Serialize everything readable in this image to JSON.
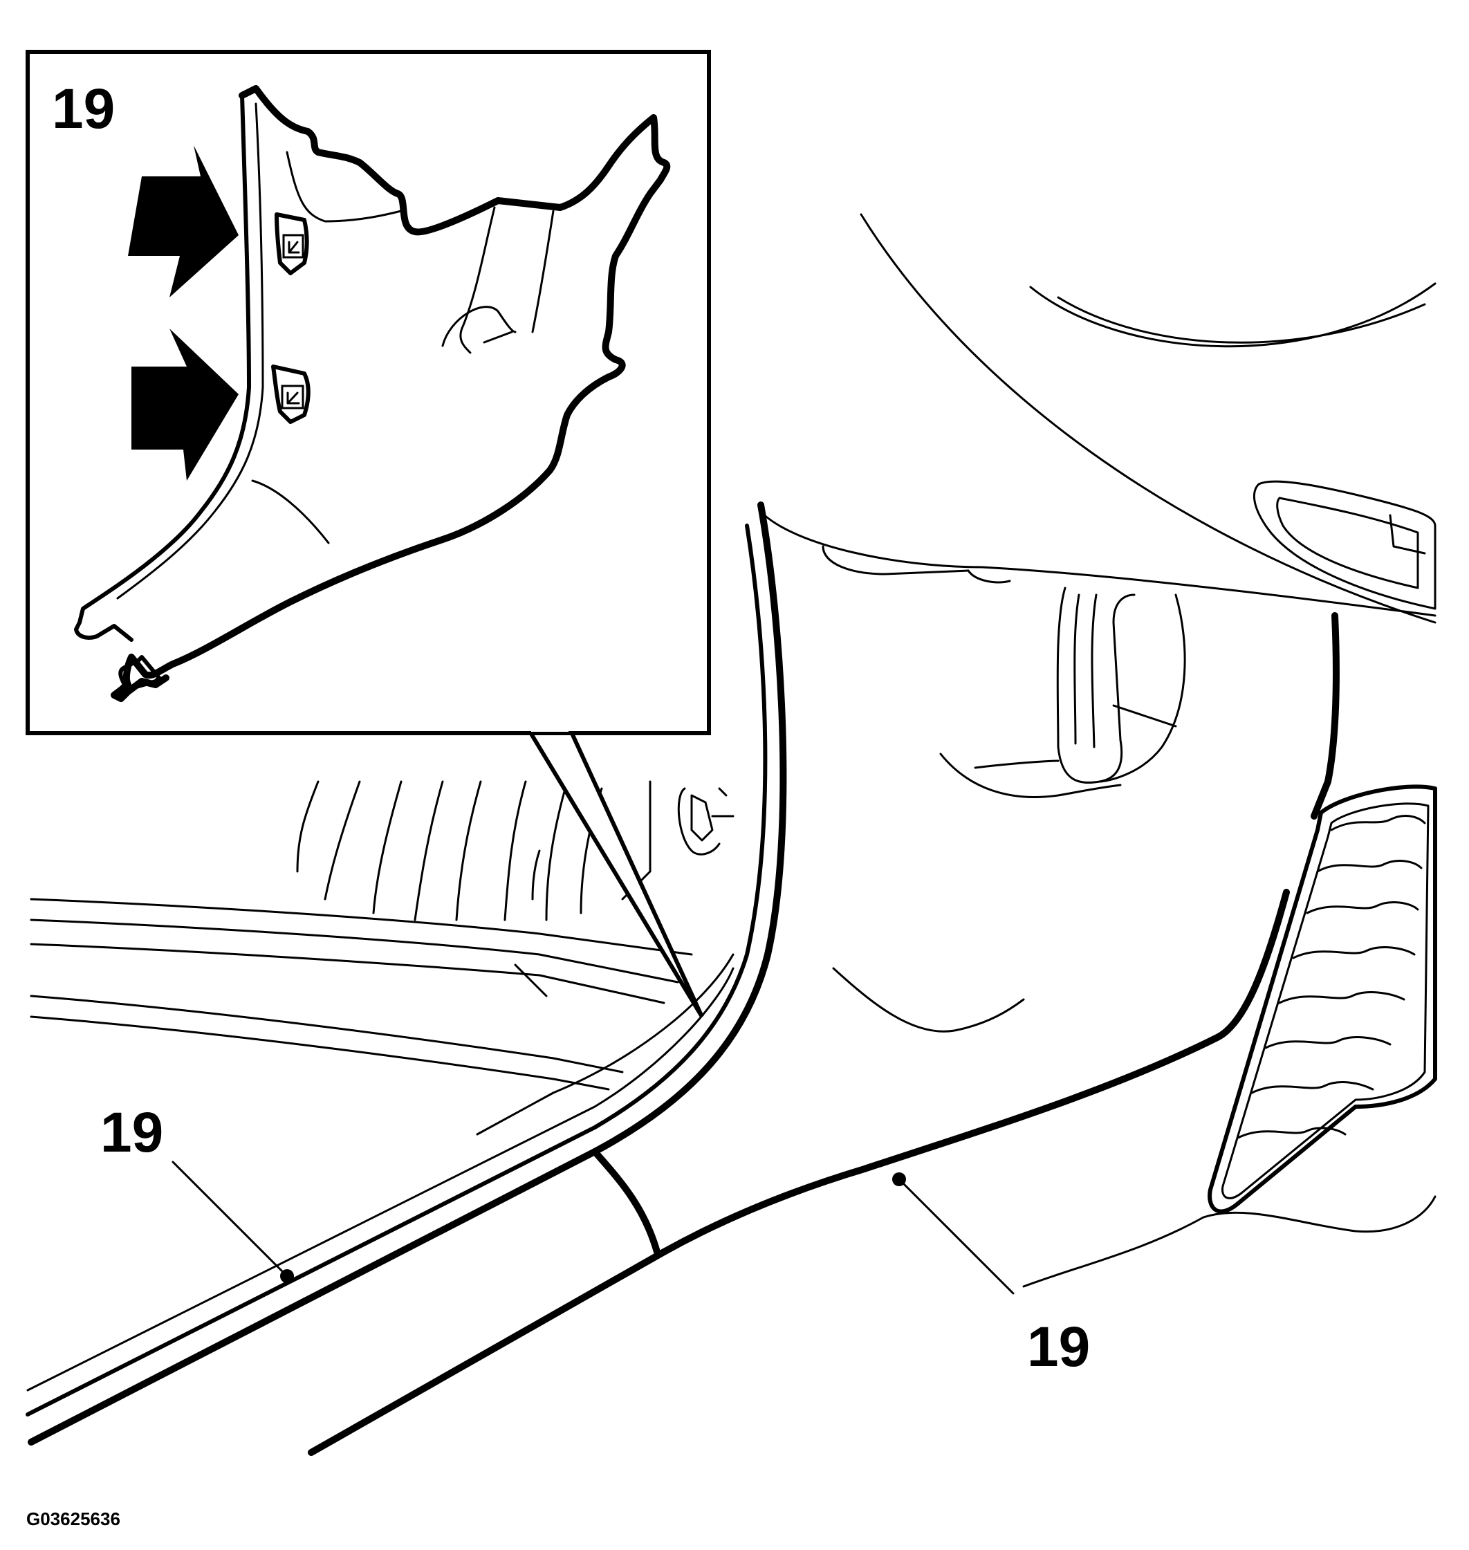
{
  "diagram": {
    "inset_part_number": "19",
    "callouts": [
      {
        "text": "19"
      },
      {
        "text": "19"
      }
    ],
    "figure_code": "G03625636",
    "colors": {
      "ink": "#000000",
      "paper": "#ffffff"
    },
    "icons": [
      "arrow-right-icon",
      "arrow-right-icon",
      "clip-icon",
      "clip-icon"
    ]
  }
}
